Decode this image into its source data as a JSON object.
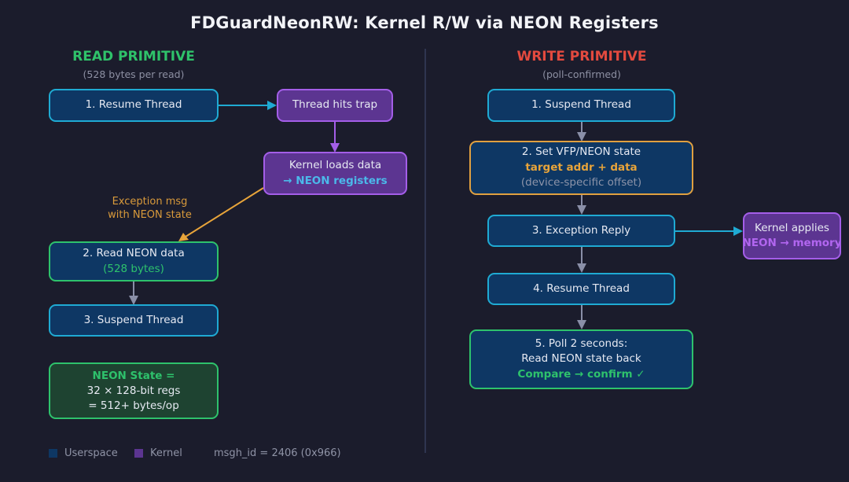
{
  "title": "FDGuardNeonRW: Kernel R/W via NEON Registers",
  "colors": {
    "background": "#1b1c2c",
    "read_accent": "#2fc26a",
    "write_accent": "#e34a3f",
    "userspace": "#0e3764",
    "userspace_border": "#1faad3",
    "kernel": "#5c3591",
    "kernel_border": "#a45ee8",
    "highlight_orange": "#e0a040",
    "highlight_green": "#2ec26c"
  },
  "read": {
    "title": "READ PRIMITIVE",
    "subtitle": "(528 bytes per read)",
    "nodes": {
      "resume": {
        "label": "1. Resume Thread"
      },
      "trap": {
        "label": "Thread hits trap"
      },
      "kernel_loads": {
        "line1": "Kernel loads data",
        "line2": "→ NEON registers"
      },
      "read_data": {
        "line1": "2. Read NEON data",
        "line2": "(528 bytes)"
      },
      "suspend": {
        "label": "3. Suspend Thread"
      },
      "state": {
        "line1": "NEON State =",
        "line2": "32 × 128-bit regs",
        "line3": "= 512+ bytes/op"
      }
    },
    "annotation": {
      "line1": "Exception msg",
      "line2": "with NEON state"
    }
  },
  "write": {
    "title": "WRITE PRIMITIVE",
    "subtitle": "(poll-confirmed)",
    "nodes": {
      "suspend": {
        "label": "1. Suspend Thread"
      },
      "set_state": {
        "line1": "2. Set VFP/NEON state",
        "line2": "target addr + data",
        "line3": "(device-specific offset)"
      },
      "reply": {
        "label": "3. Exception Reply"
      },
      "kernel_applies": {
        "line1": "Kernel applies",
        "line2": "NEON → memory"
      },
      "resume": {
        "label": "4. Resume Thread"
      },
      "poll": {
        "line1": "5. Poll 2 seconds:",
        "line2": "Read NEON state back",
        "line3": "Compare → confirm ✓"
      }
    }
  },
  "legend": {
    "items": [
      {
        "label": "Userspace",
        "color": "#0e3764"
      },
      {
        "label": "Kernel",
        "color": "#5c3591"
      }
    ],
    "note": "msgh_id = 2406 (0x966)"
  }
}
